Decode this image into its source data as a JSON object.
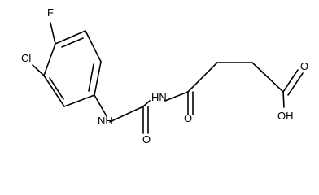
{
  "structure": {
    "atoms": {
      "fluorine": "F",
      "chlorine": "Cl",
      "nh_aryl": "NH",
      "nh_imide": "HN",
      "o_urea": "O",
      "o_amide": "O",
      "o_acid_carbonyl": "O",
      "oh_acid": "OH"
    }
  }
}
